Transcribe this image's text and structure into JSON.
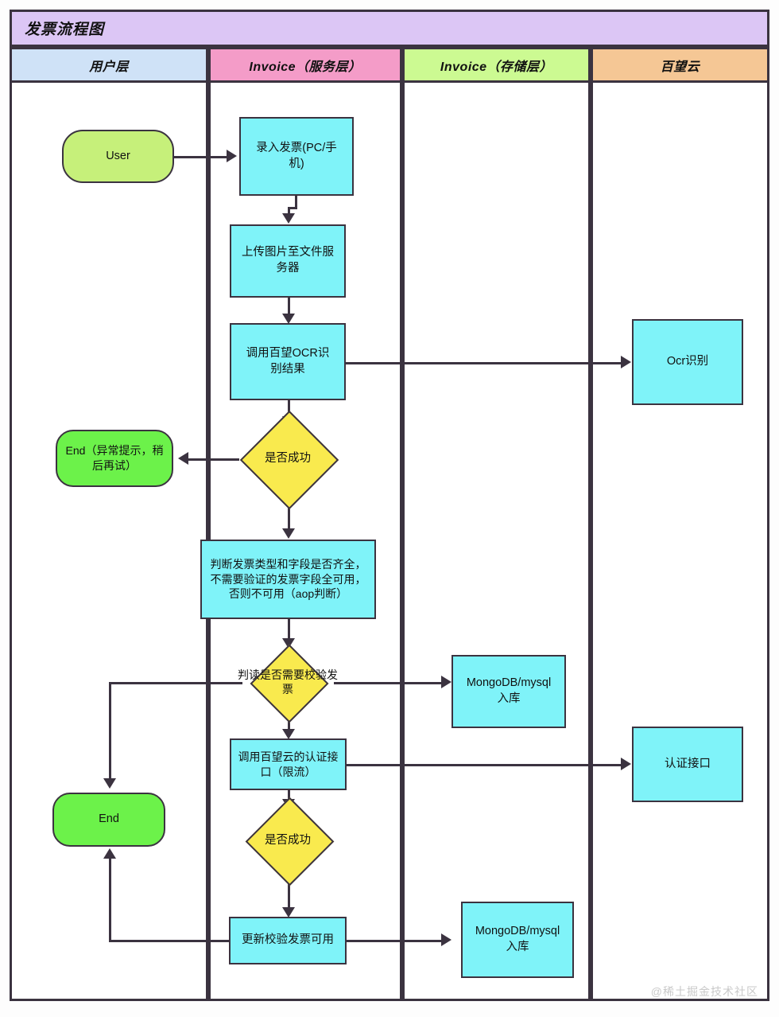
{
  "diagram": {
    "title": "发票流程图",
    "watermark": "@稀土掘金技术社区",
    "colors": {
      "title_bar": "#dcc6f5",
      "lane_user": "#cfe2f7",
      "lane_service": "#f49cc8",
      "lane_storage": "#ccfa92",
      "lane_cloud": "#f5c795",
      "process": "#7ff3f9",
      "decision": "#f9ea4e",
      "terminator": "#6cf24a",
      "terminator_user": "#c6f07a",
      "stroke": "#3b3340"
    },
    "lanes": [
      {
        "id": "user",
        "label": "用户层"
      },
      {
        "id": "service",
        "label": "Invoice（服务层）"
      },
      {
        "id": "storage",
        "label": "Invoice（存储层）"
      },
      {
        "id": "cloud",
        "label": "百望云"
      }
    ],
    "nodes": {
      "user": "User",
      "input_invoice": "录入发票(PC/手机)",
      "upload_image": "上传图片至文件服务器",
      "call_ocr": "调用百望OCR识别结果",
      "ocr_recognize": "Ocr识别",
      "decision_ocr_success": "是否成功",
      "end_exception": "End（异常提示，稍后再试）",
      "judge_fields": "判断发票类型和字段是否齐全，不需要验证的发票字段全可用，否则不可用（aop判断）",
      "decision_need_verify": "判读是否需要校验发票",
      "mongo_store_1": "MongoDB/mysql入库",
      "call_auth_api": "调用百望云的认证接口（限流）",
      "auth_api": "认证接口",
      "end_plain": "End",
      "decision_auth_success": "是否成功",
      "update_invoice": "更新校验发票可用",
      "mongo_store_2": "MongoDB/mysql入库"
    }
  }
}
